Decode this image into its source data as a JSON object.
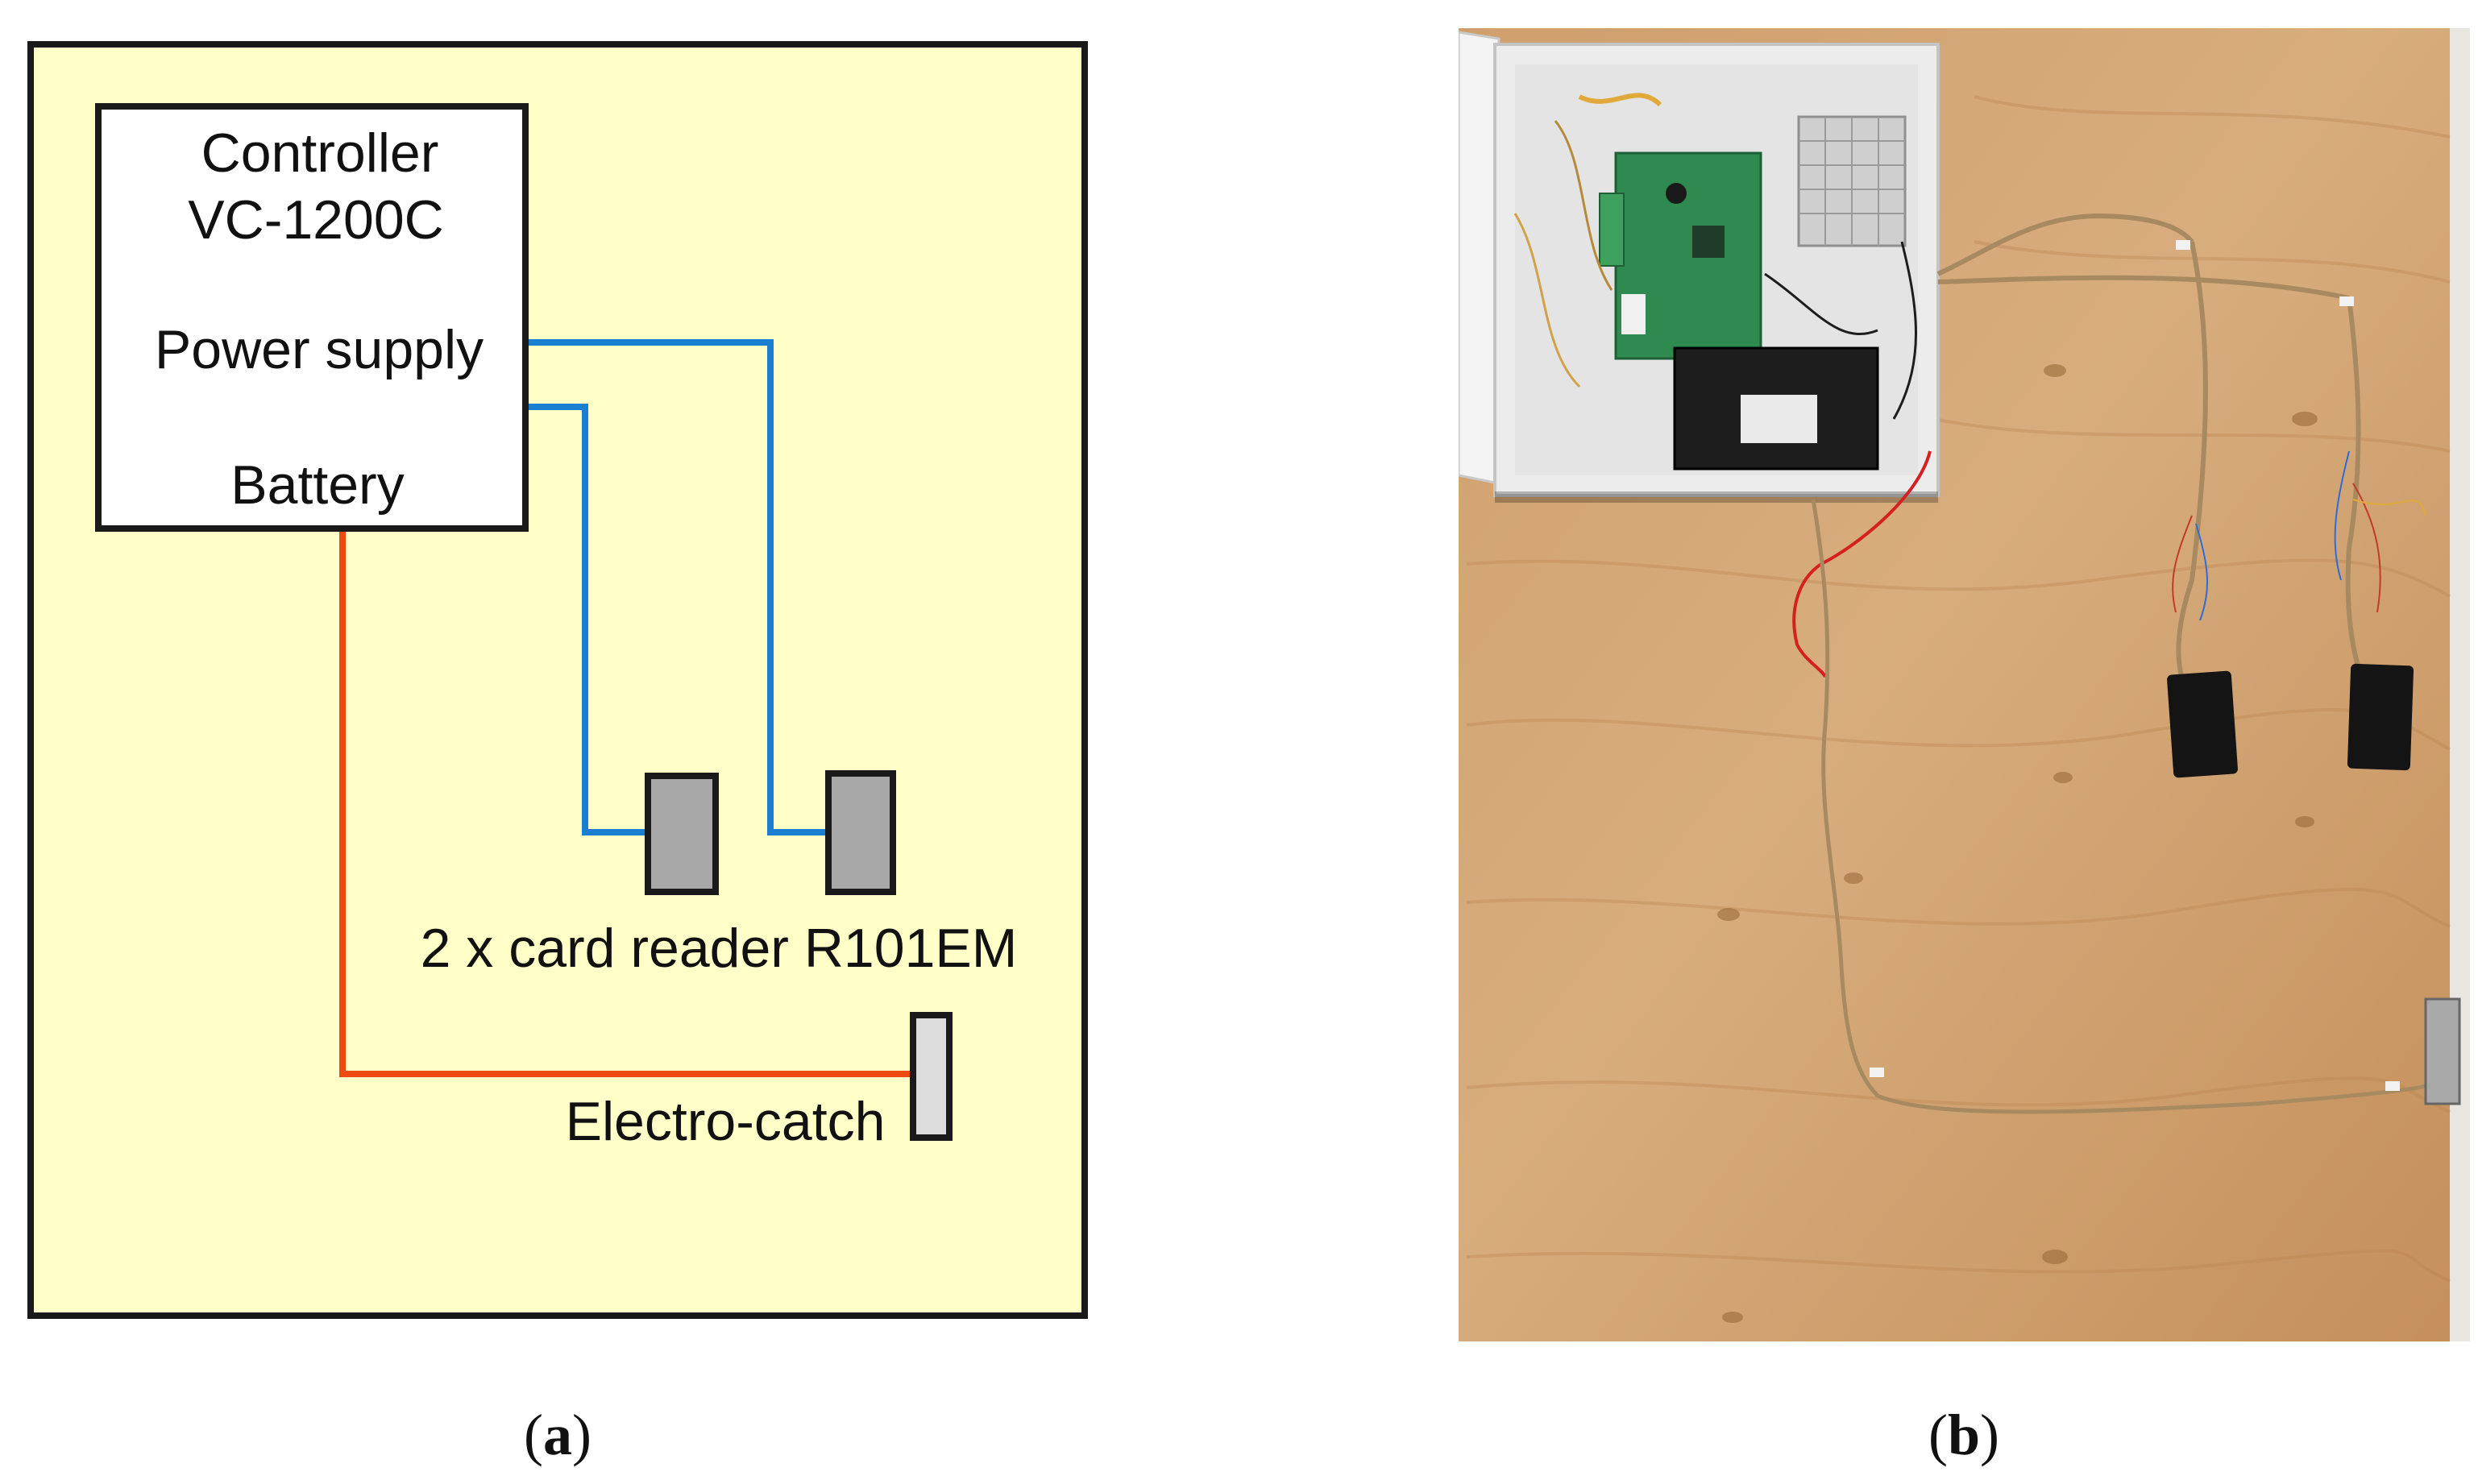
{
  "panel_a": {
    "caption": "(a)",
    "caption_letter": "a",
    "controller": {
      "title_line1": "Controller",
      "title_line2": "VC-1200C",
      "power_label": "Power supply",
      "battery_label": "Battery"
    },
    "card_readers_label": "2 x card reader R101EM",
    "electro_catch_label": "Electro-catch",
    "colors": {
      "background": "#ffffc8",
      "power_wire": "#1a7fd0",
      "battery_wire": "#ec4a10",
      "reader_fill": "#a8a8a8",
      "catch_fill": "#dcdcdc",
      "outline": "#1a1a1a"
    }
  },
  "panel_b": {
    "caption": "(b)",
    "caption_letter": "b",
    "photo_description_icon": "photo-plywood-board-icon",
    "colors": {
      "wood_light": "#d5a878",
      "wood_mid": "#c99863",
      "wood_dark": "#b98450",
      "cabinet": "#eeeeee",
      "pcb": "#2e8a4e",
      "battery": "#1d1d1d",
      "reader": "#141414",
      "red_wire": "#d52020",
      "wire_bundle": "#a88a60"
    }
  }
}
